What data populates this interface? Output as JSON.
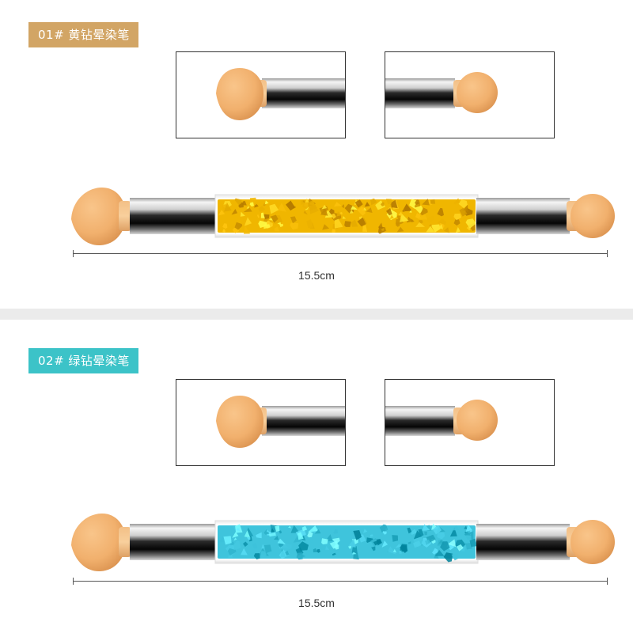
{
  "products": [
    {
      "label": "01# 黄钻晕染笔",
      "length": "15.5cm",
      "label_color": "#d2a565",
      "crystal_color": "#f0b600"
    },
    {
      "label": "02# 绿钻晕染笔",
      "length": "15.5cm",
      "label_color": "#3cc3c8",
      "crystal_color": "#3fc4dc"
    }
  ],
  "colors": {
    "sponge": "#f1b06d",
    "sponge_shadow": "#d9904e",
    "metal_dark": "#111111",
    "metal_light": "#f4f4f4",
    "divider": "#ebebeb"
  }
}
